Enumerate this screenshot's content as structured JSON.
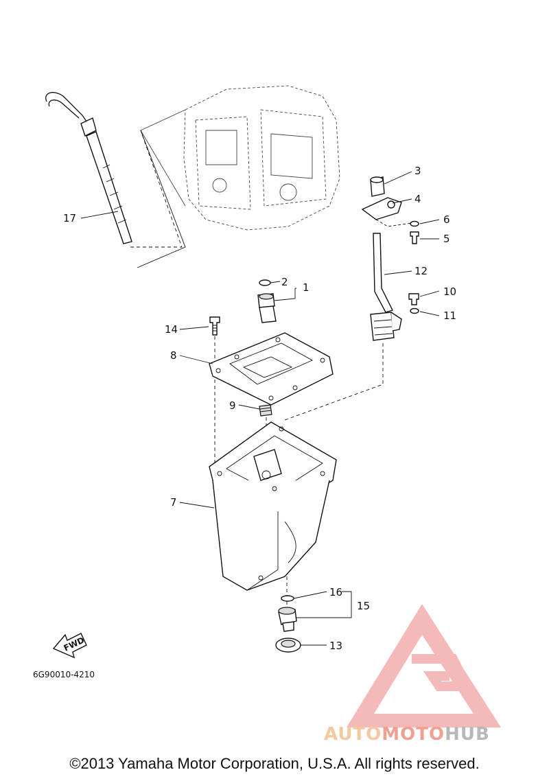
{
  "diagram_code": "6G90010-4210",
  "fwd_label": "FWD",
  "copyright": "©2013 Yamaha Motor Corporation, U.S.A. All rights reserved.",
  "watermark": {
    "part1": "AUTO",
    "part2": "MOTO",
    "part3": "HUB"
  },
  "callouts": [
    "1",
    "2",
    "3",
    "4",
    "5",
    "6",
    "7",
    "8",
    "9",
    "10",
    "11",
    "12",
    "13",
    "14",
    "15",
    "16",
    "17"
  ],
  "colors": {
    "watermark_red": "#f08080",
    "watermark_yellow": "#f5c9a0",
    "watermark_gray": "#b8b8b8"
  }
}
